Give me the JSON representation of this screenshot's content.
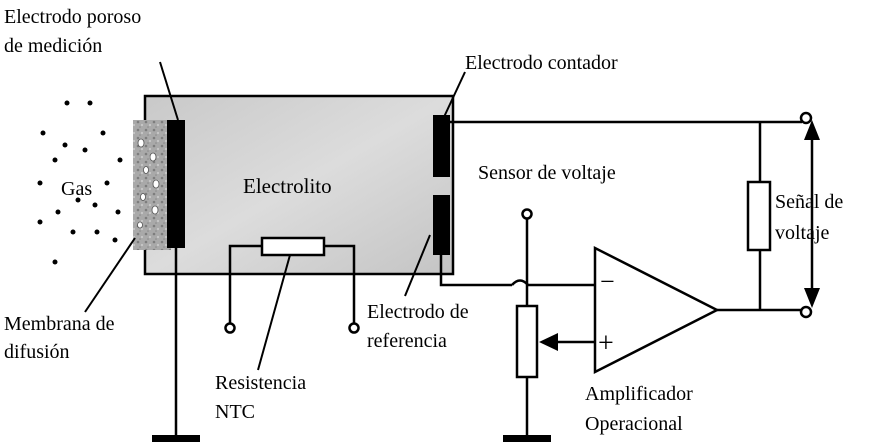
{
  "labels": {
    "measuring_electrode_l1": "Electrodo poroso",
    "measuring_electrode_l2": "de medición",
    "counter_electrode": "Electrodo contador",
    "gas": "Gas",
    "electrolyte": "Electrolito",
    "voltage_sensor": "Sensor de voltaje",
    "signal_l1": "Señal de",
    "signal_l2": "voltaje",
    "membrane_l1": "Membrana de",
    "membrane_l2": "difusión",
    "reference_l1": "Electrodo de",
    "reference_l2": "referencia",
    "ntc_l1": "Resistencia",
    "ntc_l2": "NTC",
    "amplifier_l1": "Amplificador",
    "amplifier_l2": "Operacional",
    "opamp_minus": "−",
    "opamp_plus": "+"
  },
  "colors": {
    "cell_fill": "#d4d4d4",
    "membrane": "#9e9e9e",
    "lines": "#000000"
  }
}
